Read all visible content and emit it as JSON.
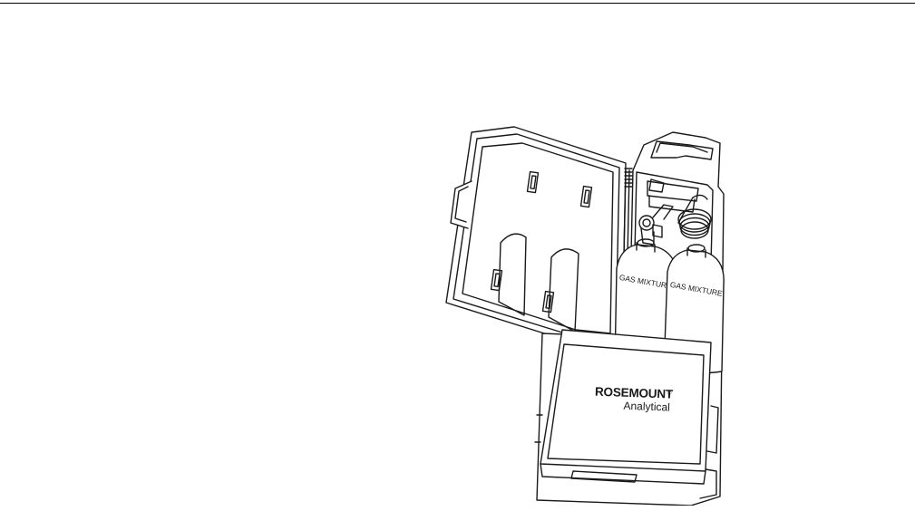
{
  "illustration": {
    "cylinder_labels": [
      "GAS MIXTURE",
      "GAS MIXTURE"
    ],
    "brand_name": "ROSEMOUNT",
    "brand_mark": "®",
    "brand_subtitle": "Analytical",
    "colors": {
      "line": "#1a1a1a",
      "fill": "#ffffff"
    }
  }
}
